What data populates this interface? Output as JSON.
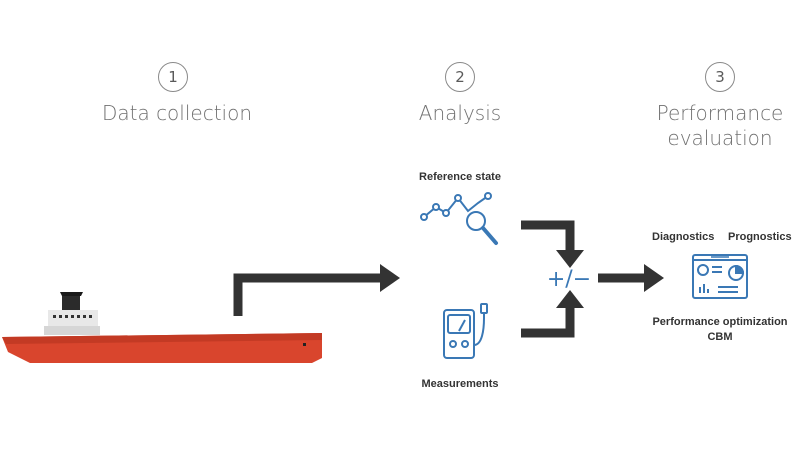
{
  "steps": [
    {
      "number": "1",
      "title": "Data collection"
    },
    {
      "number": "2",
      "title": "Analysis"
    },
    {
      "number": "3",
      "title_line1": "Performance",
      "title_line2": "evaluation"
    }
  ],
  "analysis": {
    "reference_label": "Reference state",
    "measurements_label": "Measurements",
    "operator_symbol": "+/−"
  },
  "evaluation": {
    "diagnostics_label": "Diagnostics",
    "prognostics_label": "Prognostics",
    "optimization_label": "Performance optimization",
    "cbm_label": "CBM"
  },
  "colors": {
    "hull": "#d9452d",
    "arrow": "#333333",
    "icon_blue": "#3a78b5",
    "text_gray": "#707070"
  },
  "icons": [
    "ship-icon",
    "chart-magnifier-icon",
    "measurement-meter-icon",
    "dashboard-icon"
  ]
}
